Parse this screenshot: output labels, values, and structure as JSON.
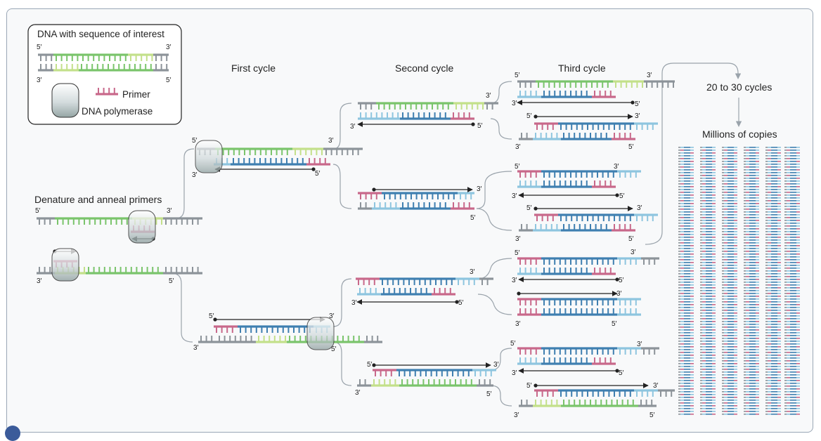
{
  "legend": {
    "title": "DNA with sequence of interest",
    "primer_label": "Primer",
    "polymerase_label": "DNA polymerase",
    "end_5": "5′",
    "end_3": "3′"
  },
  "headings": {
    "denature": "Denature and anneal primers",
    "first_cycle": "First cycle",
    "second_cycle": "Second cycle",
    "third_cycle": "Third cycle",
    "cycles": "20 to 30 cycles",
    "copies": "Millions of copies"
  },
  "colors": {
    "gray": "#8c9399",
    "green": "#7ac46b",
    "light_green": "#c3e08a",
    "pink": "#c8688a",
    "blue": "#3f7fb0",
    "light_blue": "#8ec5df",
    "arrow": "#222222",
    "connector": "#9aa3ab",
    "polymerase": "#a7b3b7"
  }
}
